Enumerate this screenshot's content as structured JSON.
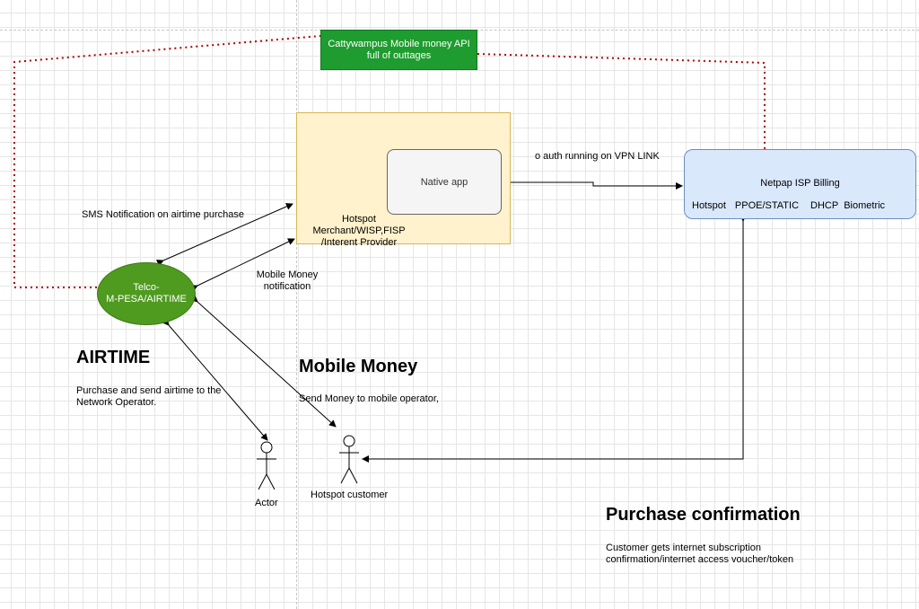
{
  "api_box": {
    "line1": "Cattywampus Mobile money API",
    "line2": "full of outtages"
  },
  "native_app": "Native app",
  "merchant": {
    "line1": "Hotspot",
    "line2": "Merchant/WISP,FISP",
    "line3": "/Interent Provider"
  },
  "vpn_label": "o auth running on VPN LINK",
  "netpap": {
    "title": "Netpap ISP Billing",
    "features": [
      "Hotspot",
      "PPOE/STATIC",
      "DHCP",
      "Biometric"
    ]
  },
  "sms_label": "SMS Notification on airtime purchase",
  "telco": {
    "line1": "Telco-",
    "line2": "M-PESA/AIRTIME"
  },
  "mm_notification": {
    "line1": "Mobile Money",
    "line2": "notification"
  },
  "airtime": {
    "heading": "AIRTIME",
    "desc1": "Purchase and send airtime to the",
    "desc2": "Network Operator."
  },
  "mobile_money": {
    "heading": "Mobile Money",
    "desc": "Send Money to mobile operator,"
  },
  "actor_label": "Actor",
  "hotspot_customer_label": "Hotspot customer",
  "purchase": {
    "heading": "Purchase confirmation",
    "desc1": "Customer gets internet subscription",
    "desc2": "confirmation/internet access voucher/token"
  },
  "colors": {
    "api_box": "#1e9c2f",
    "merchant_fill": "#fff2cc",
    "merchant_border": "#d6b656",
    "netpap_fill": "#dae8fc",
    "netpap_border": "#6c8ebf",
    "telco_fill": "#4f9b1f",
    "dotted_line": "#b20000"
  }
}
